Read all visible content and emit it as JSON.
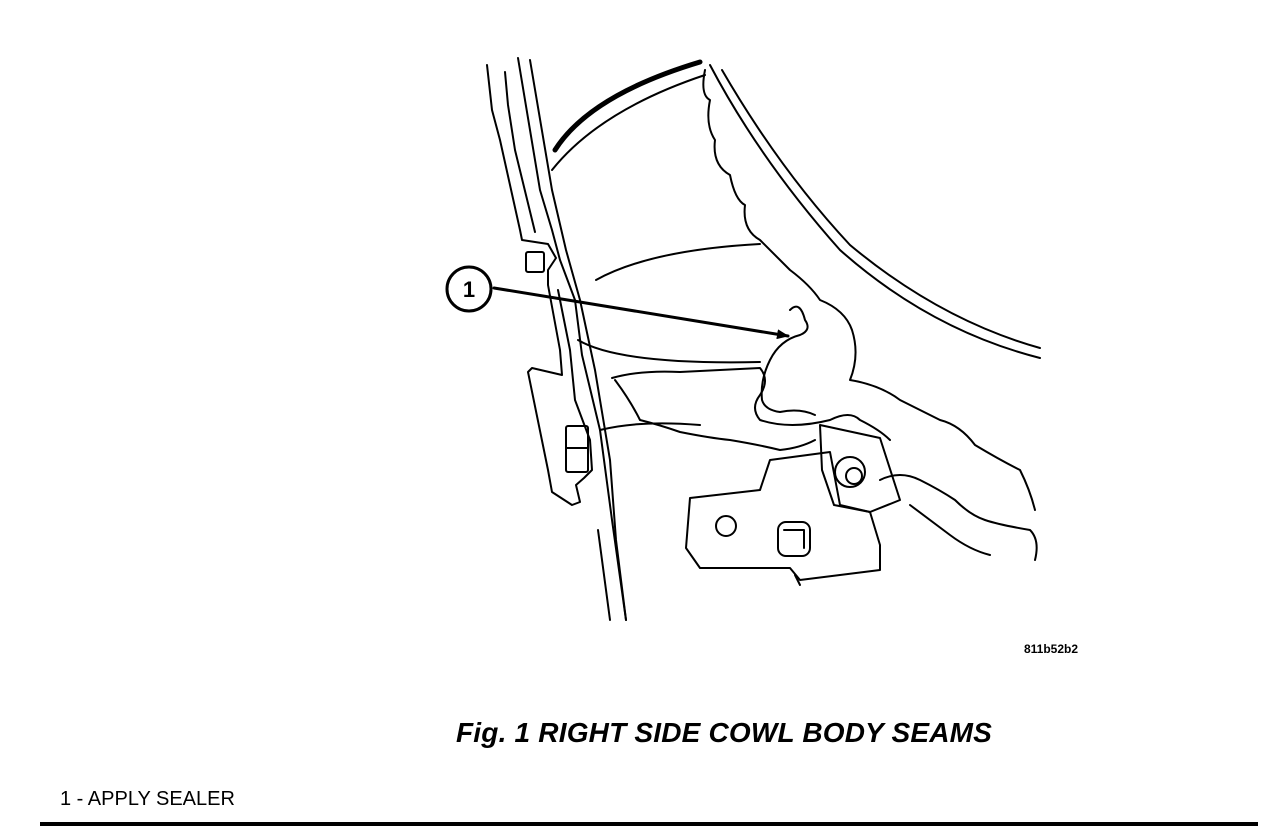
{
  "figure": {
    "callout_number": "1",
    "figure_code": "811b52b2",
    "caption": "Fig. 1 RIGHT SIDE COWL BODY SEAMS"
  },
  "legend": {
    "item_1": "1 - APPLY SEALER"
  }
}
